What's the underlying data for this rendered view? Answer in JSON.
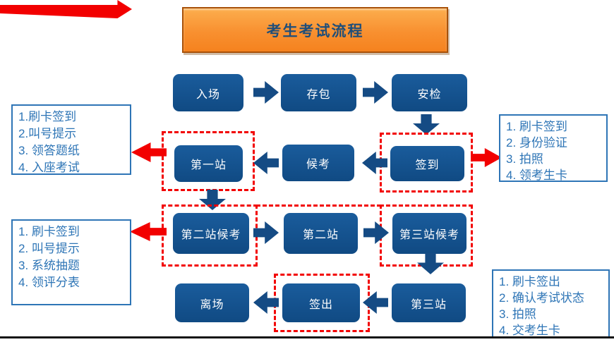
{
  "title": "考生考试流程",
  "nodes": {
    "enter": "入场",
    "store_bag": "存包",
    "security_check": "安检",
    "sign_in": "签到",
    "wait_exam": "候考",
    "station_1": "第一站",
    "station_2_wait": "第二站候考",
    "station_2": "第二站",
    "station_3_wait": "第三站候考",
    "station_3": "第三站",
    "sign_out": "签出",
    "leave": "离场"
  },
  "callouts": {
    "station_1_steps": [
      "1.刷卡签到",
      "2.叫号提示",
      "3. 领答题纸",
      "4. 入座考试"
    ],
    "station_2_steps": [
      "1. 刷卡签到",
      "2. 叫号提示",
      "3. 系统抽题",
      "4. 领评分表"
    ],
    "sign_in_steps": [
      "1. 刷卡签到",
      "2. 身份验证",
      "3. 拍照",
      "4. 领考生卡"
    ],
    "sign_out_steps": [
      "1. 刷卡签出",
      "2. 确认考试状态",
      "3. 拍照",
      "4. 交考生卡"
    ]
  },
  "colors": {
    "node_fill": "#14518D",
    "arrow_fill": "#154B84",
    "highlight_red": "#F20000",
    "banner_fill": "#F8992F",
    "banner_border": "#A85108",
    "callout_blue": "#2E75B6",
    "title_text": "#1F4E79"
  }
}
